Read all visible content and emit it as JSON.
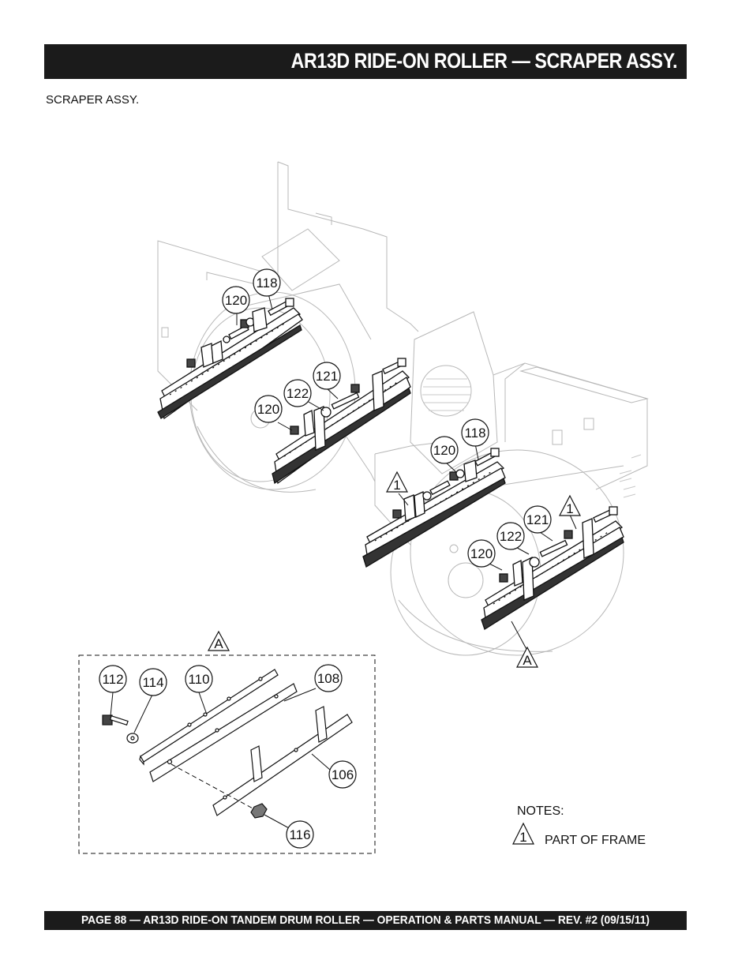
{
  "header": {
    "title": "AR13D RIDE-ON ROLLER — SCRAPER ASSY."
  },
  "subtitle": "SCRAPER ASSY.",
  "callouts": {
    "c118a": "118",
    "c120a": "120",
    "c121a": "121",
    "c122a": "122",
    "c120b": "120",
    "c118b": "118",
    "c120c": "120",
    "c1a": "1",
    "c1b": "1",
    "c121b": "121",
    "c122b": "122",
    "c120d": "120",
    "cA1": "A",
    "cA2": "A"
  },
  "detail": {
    "c112": "112",
    "c114": "114",
    "c110": "110",
    "c108": "108",
    "c106": "106",
    "c116": "116"
  },
  "notes": {
    "heading": "NOTES:",
    "note1_marker": "1",
    "note1_text": "PART OF FRAME"
  },
  "footer": {
    "text": "PAGE 88 — AR13D RIDE-ON TANDEM DRUM ROLLER — OPERATION & PARTS MANUAL — REV. #2 (09/15/11)"
  }
}
